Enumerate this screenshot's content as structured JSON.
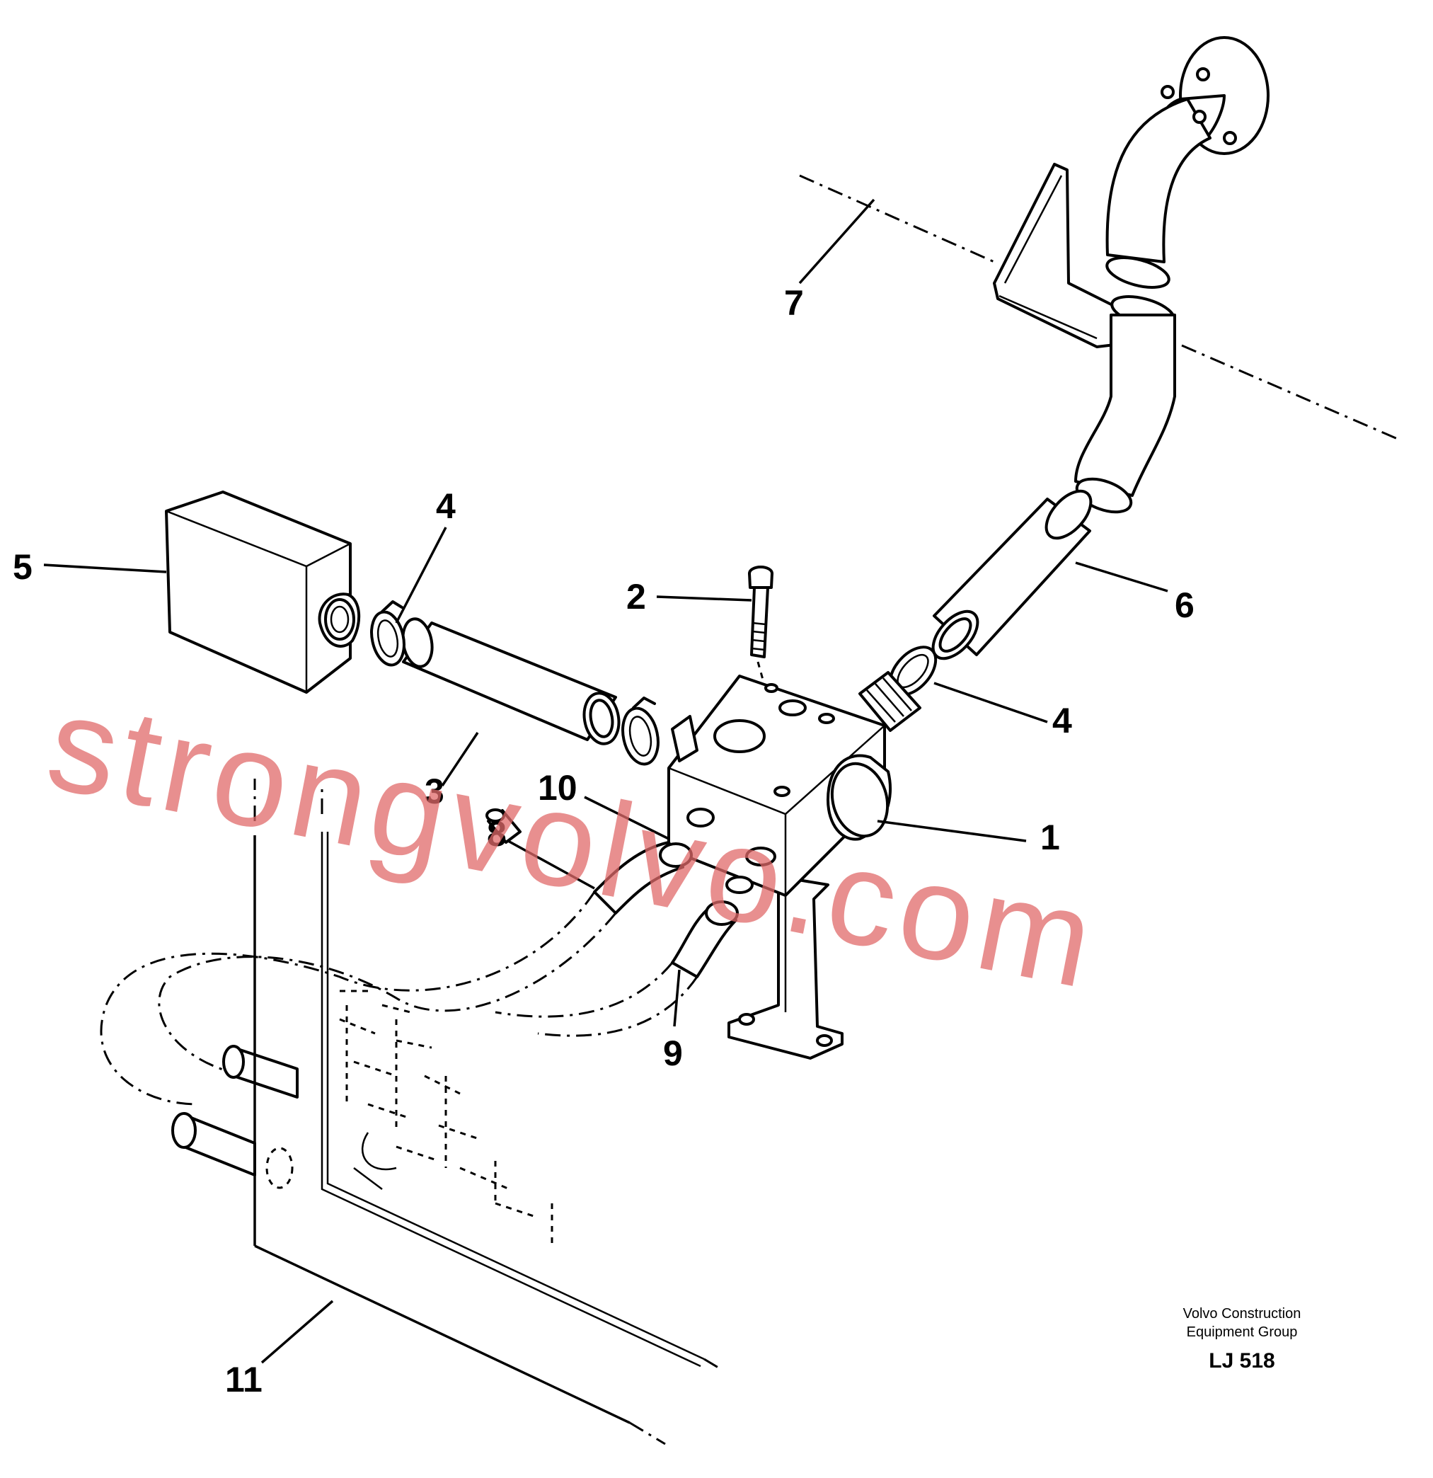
{
  "callouts": [
    {
      "id": "1",
      "label": "1"
    },
    {
      "id": "2",
      "label": "2"
    },
    {
      "id": "3",
      "label": "3"
    },
    {
      "id": "4a",
      "label": "4"
    },
    {
      "id": "4b",
      "label": "4"
    },
    {
      "id": "5",
      "label": "5"
    },
    {
      "id": "6",
      "label": "6"
    },
    {
      "id": "7",
      "label": "7"
    },
    {
      "id": "8",
      "label": "8"
    },
    {
      "id": "9",
      "label": "9"
    },
    {
      "id": "10",
      "label": "10"
    },
    {
      "id": "11",
      "label": "11"
    }
  ],
  "credit": {
    "line1": "Volvo Construction",
    "line2": "Equipment Group",
    "code": "LJ 518"
  },
  "watermark": {
    "text": "strongvolvo.com",
    "color": "#e06a6a"
  },
  "colors": {
    "ink": "#000000",
    "paper": "#ffffff"
  }
}
